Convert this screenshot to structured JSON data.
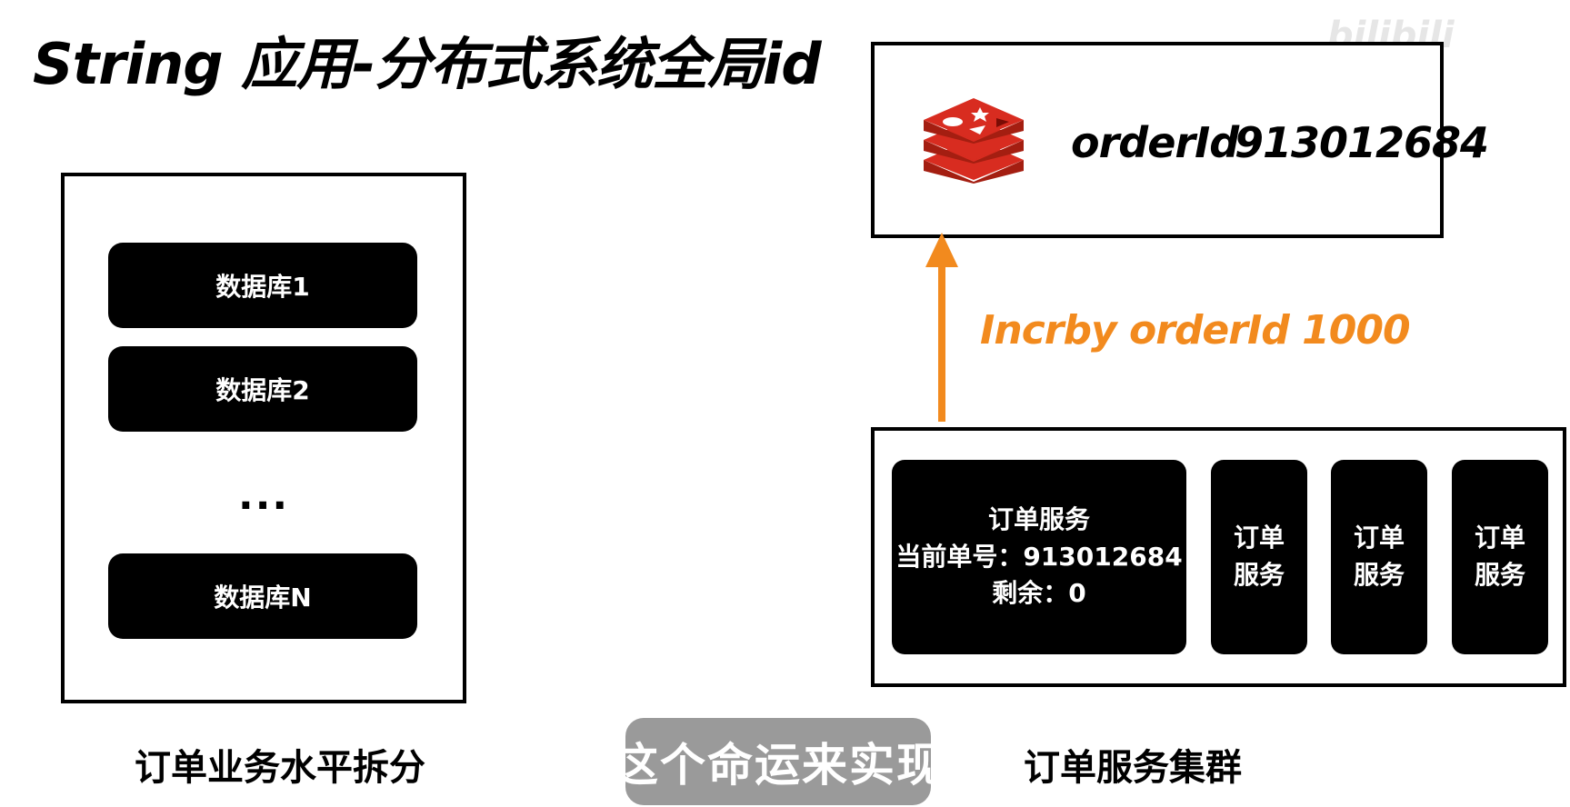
{
  "title": "String 应用-分布式系统全局id",
  "watermark": "bilibili",
  "left_panel": {
    "databases": [
      "数据库1",
      "数据库2",
      "数据库N"
    ],
    "ellipsis": "...",
    "caption": "订单业务水平拆分"
  },
  "redis_box": {
    "icon": "redis-logo-icon",
    "key": "orderId",
    "value": "913012684"
  },
  "arrow": {
    "label": "Incrby orderId 1000",
    "color": "#f28a1e"
  },
  "service_cluster": {
    "main_service": {
      "line1": "订单服务",
      "line2": "当前单号：913012684",
      "line3": "剩余：0"
    },
    "services": [
      {
        "line1": "订单",
        "line2": "服务"
      },
      {
        "line1": "订单",
        "line2": "服务"
      },
      {
        "line1": "订单",
        "line2": "服务"
      }
    ],
    "caption": "订单服务集群"
  },
  "subtitle": "这个命运来实现"
}
